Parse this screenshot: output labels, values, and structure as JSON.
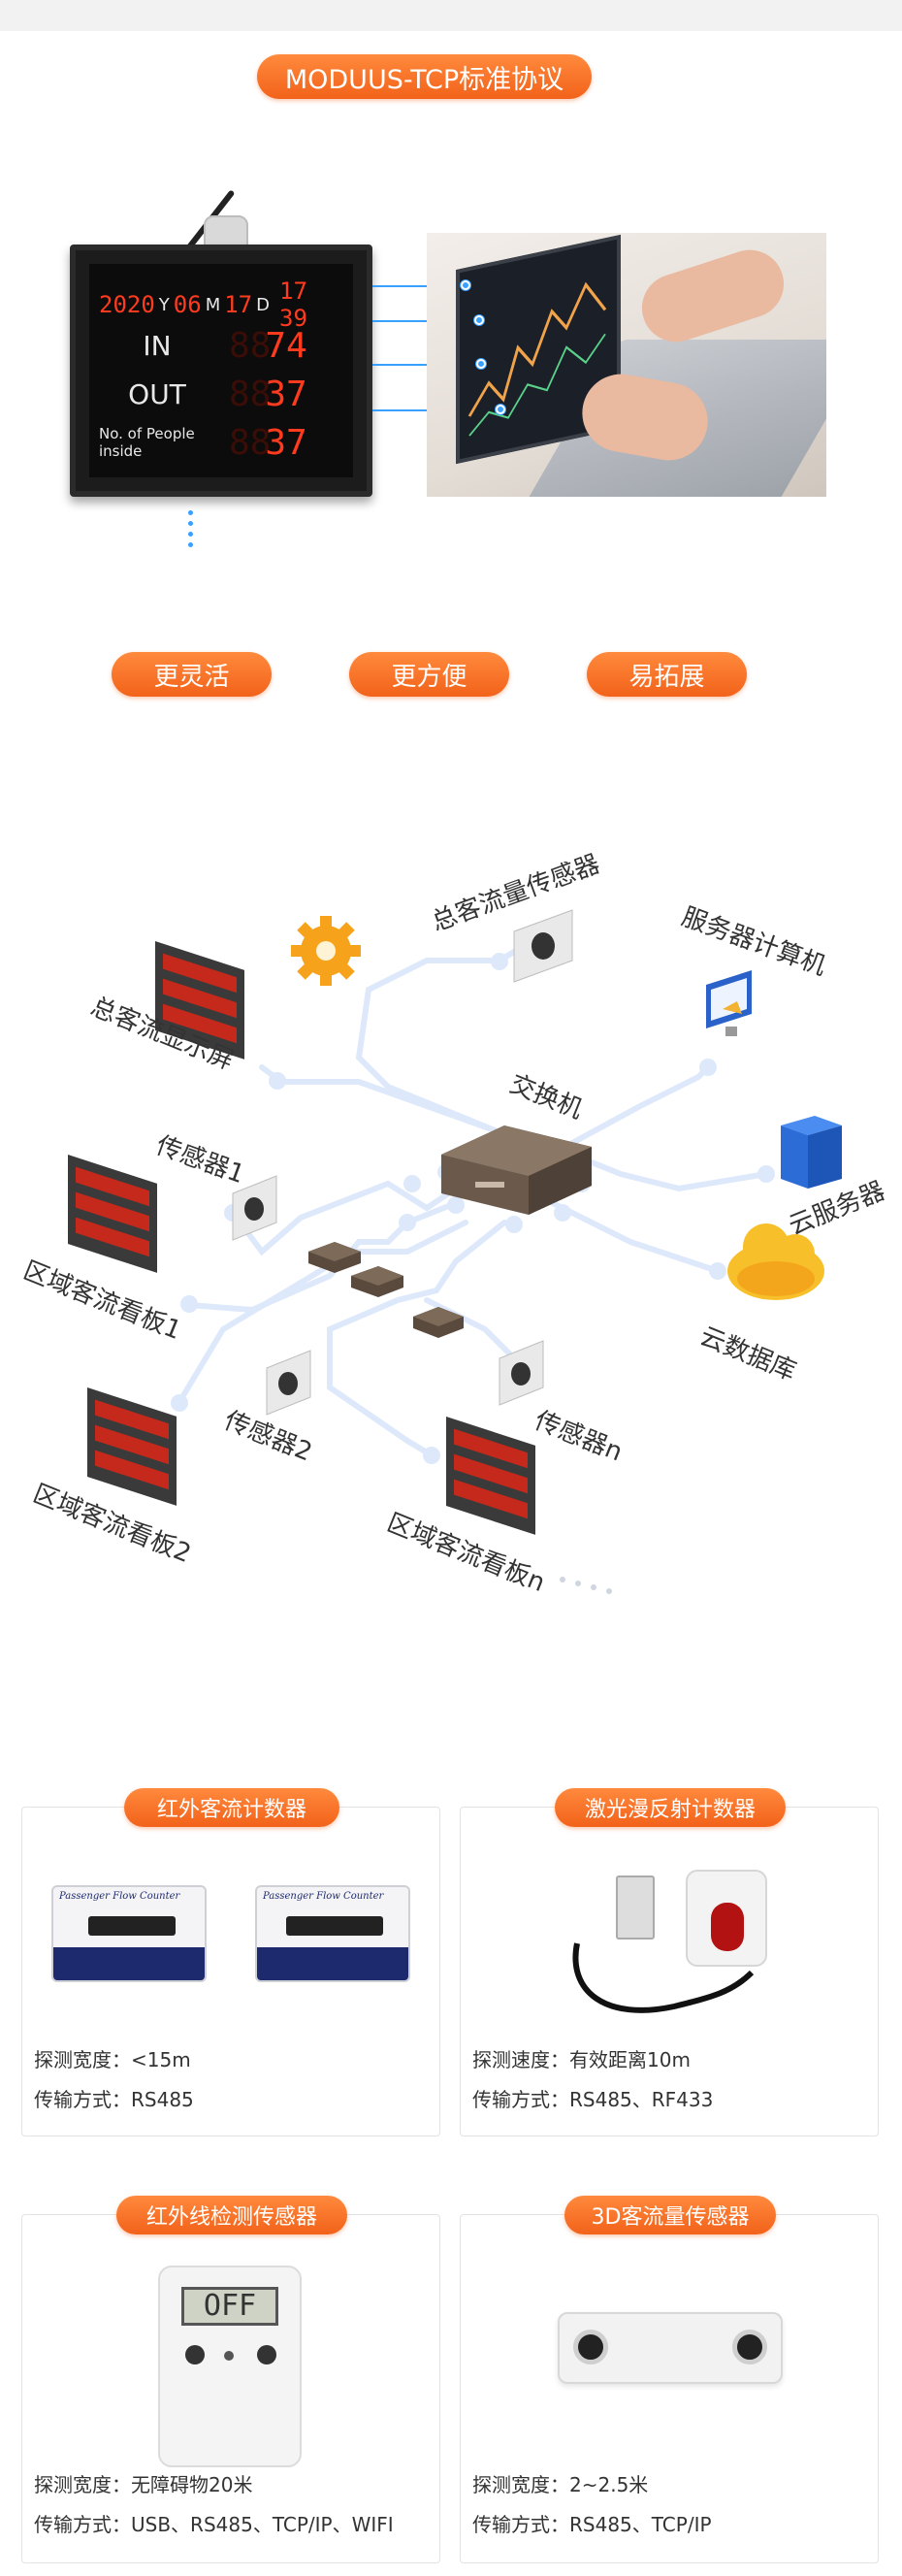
{
  "header": {
    "protocol_title": "MODUUS-TCP标准协议"
  },
  "led_board": {
    "row1": {
      "year": "2020",
      "y": "Y",
      "month": "06",
      "m": "M",
      "day": "17",
      "d": "D",
      "time": "17 39"
    },
    "in_label": "IN",
    "in_value": "74",
    "out_label": "OUT",
    "out_value": "37",
    "people_label": "No. of People inside",
    "people_value": "37",
    "dim_digits": "88"
  },
  "features": [
    "更灵活",
    "更方便",
    "易拓展"
  ],
  "diagram": {
    "labels": {
      "total_sensor": "总客流量传感器",
      "server_pc": "服务器计算机",
      "total_display": "总客流显示屏",
      "switch": "交换机",
      "sensor1": "传感器1",
      "cloud_server": "云服务器",
      "board1": "区域客流看板1",
      "cloud_db": "云数据库",
      "sensor2": "传感器2",
      "sensorn": "传感器n",
      "board2": "区域客流看板2",
      "boardn": "区域客流看板n"
    }
  },
  "cards": [
    {
      "title": "红外客流计数器",
      "device_label": "Passenger Flow Counter",
      "spec1": "探测宽度：<15m",
      "spec2": "传输方式：RS485"
    },
    {
      "title": "激光漫反射计数器",
      "spec1": "探测速度：有效距离10m",
      "spec2": "传输方式：RS485、RF433"
    },
    {
      "title": "红外线检测传感器",
      "lcd_text": "OFF",
      "spec1": "探测宽度：无障碍物20米",
      "spec2": "传输方式：USB、RS485、TCP/IP、WIFI"
    },
    {
      "title": "3D客流量传感器",
      "spec1": "探测宽度：2~2.5米",
      "spec2": "传输方式：RS485、TCP/IP"
    }
  ],
  "colors": {
    "accent": "#f2621a",
    "accent_light": "#ff8a3d",
    "line_blue": "#dde9fb",
    "led_red": "#ff3b1f"
  }
}
